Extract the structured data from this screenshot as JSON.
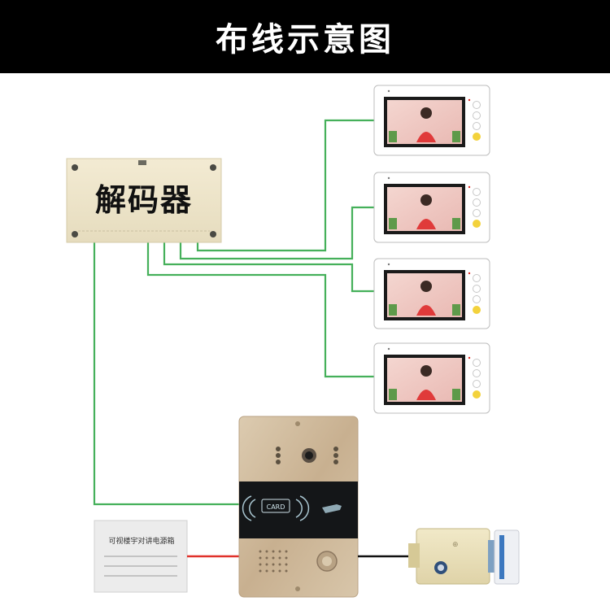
{
  "header": {
    "title": "布线示意图"
  },
  "decoder": {
    "label": "解码器"
  },
  "power_supply": {
    "label": "可视楼宇对讲电源箱"
  },
  "door_station": {
    "card_label": "CARD"
  },
  "colors": {
    "header_bg": "#000000",
    "header_text": "#ffffff",
    "wire_green": "#45b05a",
    "wire_red": "#e0312a",
    "wire_black": "#111111",
    "decoder_body": "#efe6cc",
    "panel_gold": "#cdb89a",
    "monitor_frame": "#ffffff",
    "monitor_button_accent": "#f3d23c"
  },
  "monitors": [
    {
      "id": 1
    },
    {
      "id": 2
    },
    {
      "id": 3
    },
    {
      "id": 4
    }
  ]
}
